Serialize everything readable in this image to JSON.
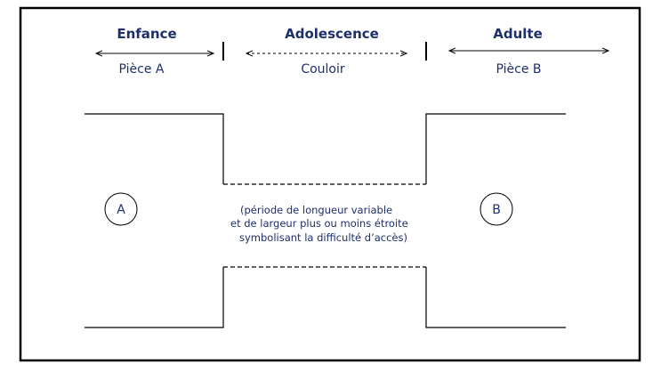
{
  "colors": {
    "text": "#1f2f6b",
    "line": "#000000",
    "frame": "#000000",
    "background": "#ffffff"
  },
  "stages": {
    "childhood": {
      "title": "Enfance",
      "room": "Pièce A"
    },
    "adolescence": {
      "title": "Adolescence",
      "room": "Couloir"
    },
    "adult": {
      "title": "Adulte",
      "room": "Pièce B"
    }
  },
  "markers": {
    "a": "A",
    "b": "B"
  },
  "note": {
    "line1": "(période de longueur variable",
    "line2": "et de largeur plus ou moins étroite",
    "line3": "symbolisant la difficulté d’accès)"
  }
}
